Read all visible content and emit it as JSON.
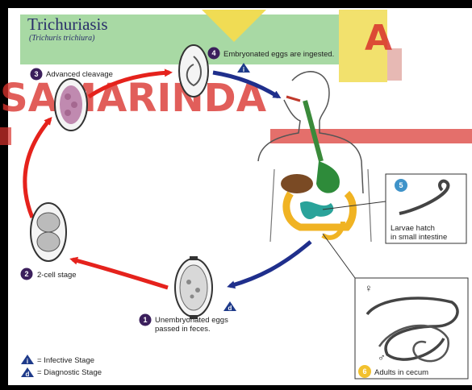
{
  "title": "Trichuriasis",
  "subtitle": "(Trichuris trichiura)",
  "watermark": "SAMARINDA",
  "watermark_letters": "A",
  "stages": [
    {
      "num": "1",
      "label_lines": [
        "Unembryonated eggs",
        "passed in feces."
      ]
    },
    {
      "num": "2",
      "label_lines": [
        "2-cell stage"
      ]
    },
    {
      "num": "3",
      "label_lines": [
        "Advanced cleavage"
      ]
    },
    {
      "num": "4",
      "label_lines": [
        "Embryonated eggs are ingested."
      ]
    },
    {
      "num": "5",
      "label_lines": [
        "Larvae hatch",
        "in small intestine"
      ]
    },
    {
      "num": "6",
      "label_lines": [
        "Adults in cecum"
      ]
    }
  ],
  "markers": {
    "infective": "i",
    "diagnostic": "d"
  },
  "legend": {
    "infective": "= Infective Stage",
    "diagnostic": "= Diagnostic Stage"
  },
  "sex_symbols": {
    "female": "♀",
    "male": "♂"
  },
  "colors": {
    "stage_circle": "#3b1f5c",
    "stage_circle_blue": "#3f93c9",
    "stage_circle_yellow": "#f2c12e",
    "arrow_red": "#e5221c",
    "arrow_blue": "#1f2f8c",
    "marker_blue": "#1e3a8a",
    "watermark_red": "#d9322c",
    "banner_green": "#a8d9a4",
    "banner_yellow": "#f0dc54"
  }
}
